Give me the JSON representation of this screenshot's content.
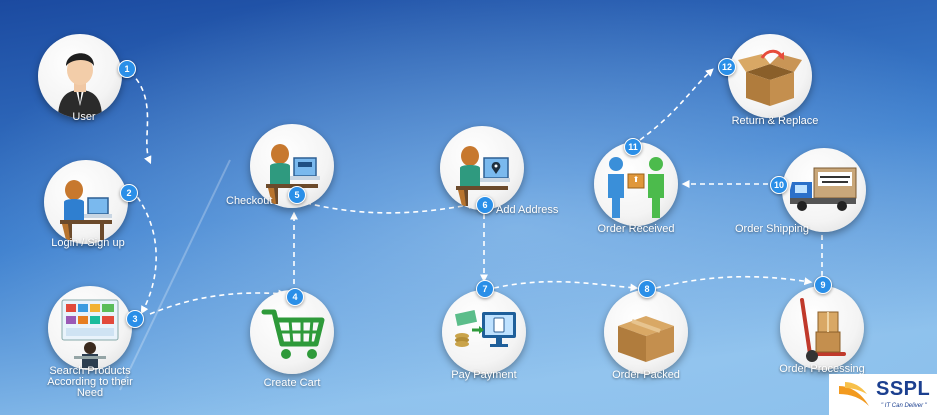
{
  "steps": [
    {
      "number": "1",
      "label": "User"
    },
    {
      "number": "2",
      "label": "Login / Sign up"
    },
    {
      "number": "3",
      "label_lines": [
        "Search Products",
        "According to their",
        "Need"
      ]
    },
    {
      "number": "4",
      "label": "Create Cart"
    },
    {
      "number": "5",
      "label": "Checkout"
    },
    {
      "number": "6",
      "label": "Add Address"
    },
    {
      "number": "7",
      "label": "Pay Payment"
    },
    {
      "number": "8",
      "label": "Order Packed"
    },
    {
      "number": "9",
      "label": "Order Processing"
    },
    {
      "number": "10",
      "label": "Order Shipping"
    },
    {
      "number": "11",
      "label": "Order Received"
    },
    {
      "number": "12",
      "label": "Return & Replace"
    }
  ],
  "logo": {
    "name": "SSPL",
    "tagline": "\" IT Can Deliver \""
  },
  "colors": {
    "background_top": "#1e4fa3",
    "background_bottom": "#7fb6e6",
    "badge": "#2a8fe8",
    "arrow": "#ffffff"
  },
  "icons": [
    "user-avatar-icon",
    "laptop-user-icon",
    "product-grid-icon",
    "shopping-cart-icon",
    "checkout-laptop-icon",
    "address-laptop-icon",
    "payment-monitor-icon",
    "cardboard-box-icon",
    "hand-truck-icon",
    "delivery-truck-icon",
    "handover-people-icon",
    "open-box-icon"
  ]
}
